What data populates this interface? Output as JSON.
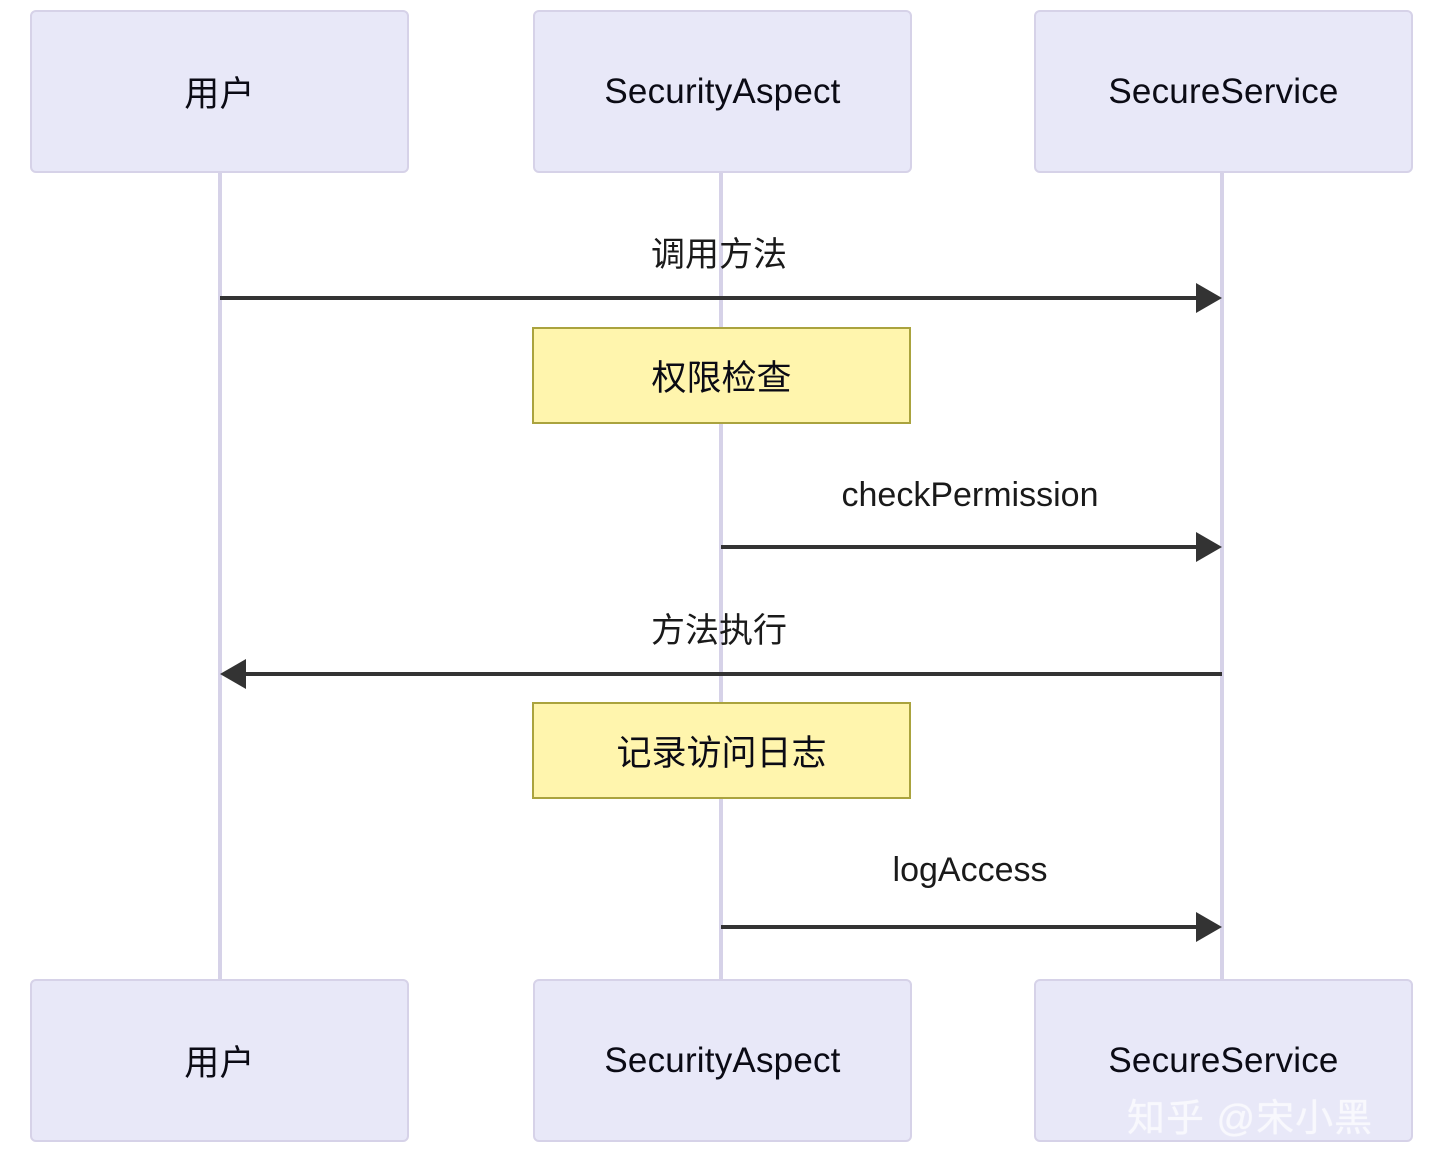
{
  "diagram": {
    "type": "sequence-diagram",
    "background_color": "#ffffff",
    "participant_fill": "#e8e8f8",
    "participant_border": "#d6d2e8",
    "lifeline_color": "#d6d2e8",
    "note_fill": "#fff5ad",
    "note_border": "#aaa33e",
    "arrow_color": "#333333",
    "participants": [
      {
        "id": "user",
        "label": "用户"
      },
      {
        "id": "aspect",
        "label": "SecurityAspect"
      },
      {
        "id": "service",
        "label": "SecureService"
      }
    ],
    "participants_bottom": [
      {
        "id": "user",
        "label": "用户"
      },
      {
        "id": "aspect",
        "label": "SecurityAspect"
      },
      {
        "id": "service",
        "label": "SecureService"
      }
    ],
    "messages": [
      {
        "id": "m1",
        "label": "调用方法",
        "from": "user",
        "to": "service",
        "direction": "right"
      },
      {
        "id": "m2",
        "label": "checkPermission",
        "from": "aspect",
        "to": "service",
        "direction": "right"
      },
      {
        "id": "m3",
        "label": "方法执行",
        "from": "service",
        "to": "user",
        "direction": "left"
      },
      {
        "id": "m4",
        "label": "logAccess",
        "from": "aspect",
        "to": "service",
        "direction": "right"
      }
    ],
    "notes": [
      {
        "id": "n1",
        "label": "权限检查",
        "over": "aspect"
      },
      {
        "id": "n2",
        "label": "记录访问日志",
        "over": "aspect"
      }
    ],
    "watermark": "知乎 @宋小黑"
  }
}
